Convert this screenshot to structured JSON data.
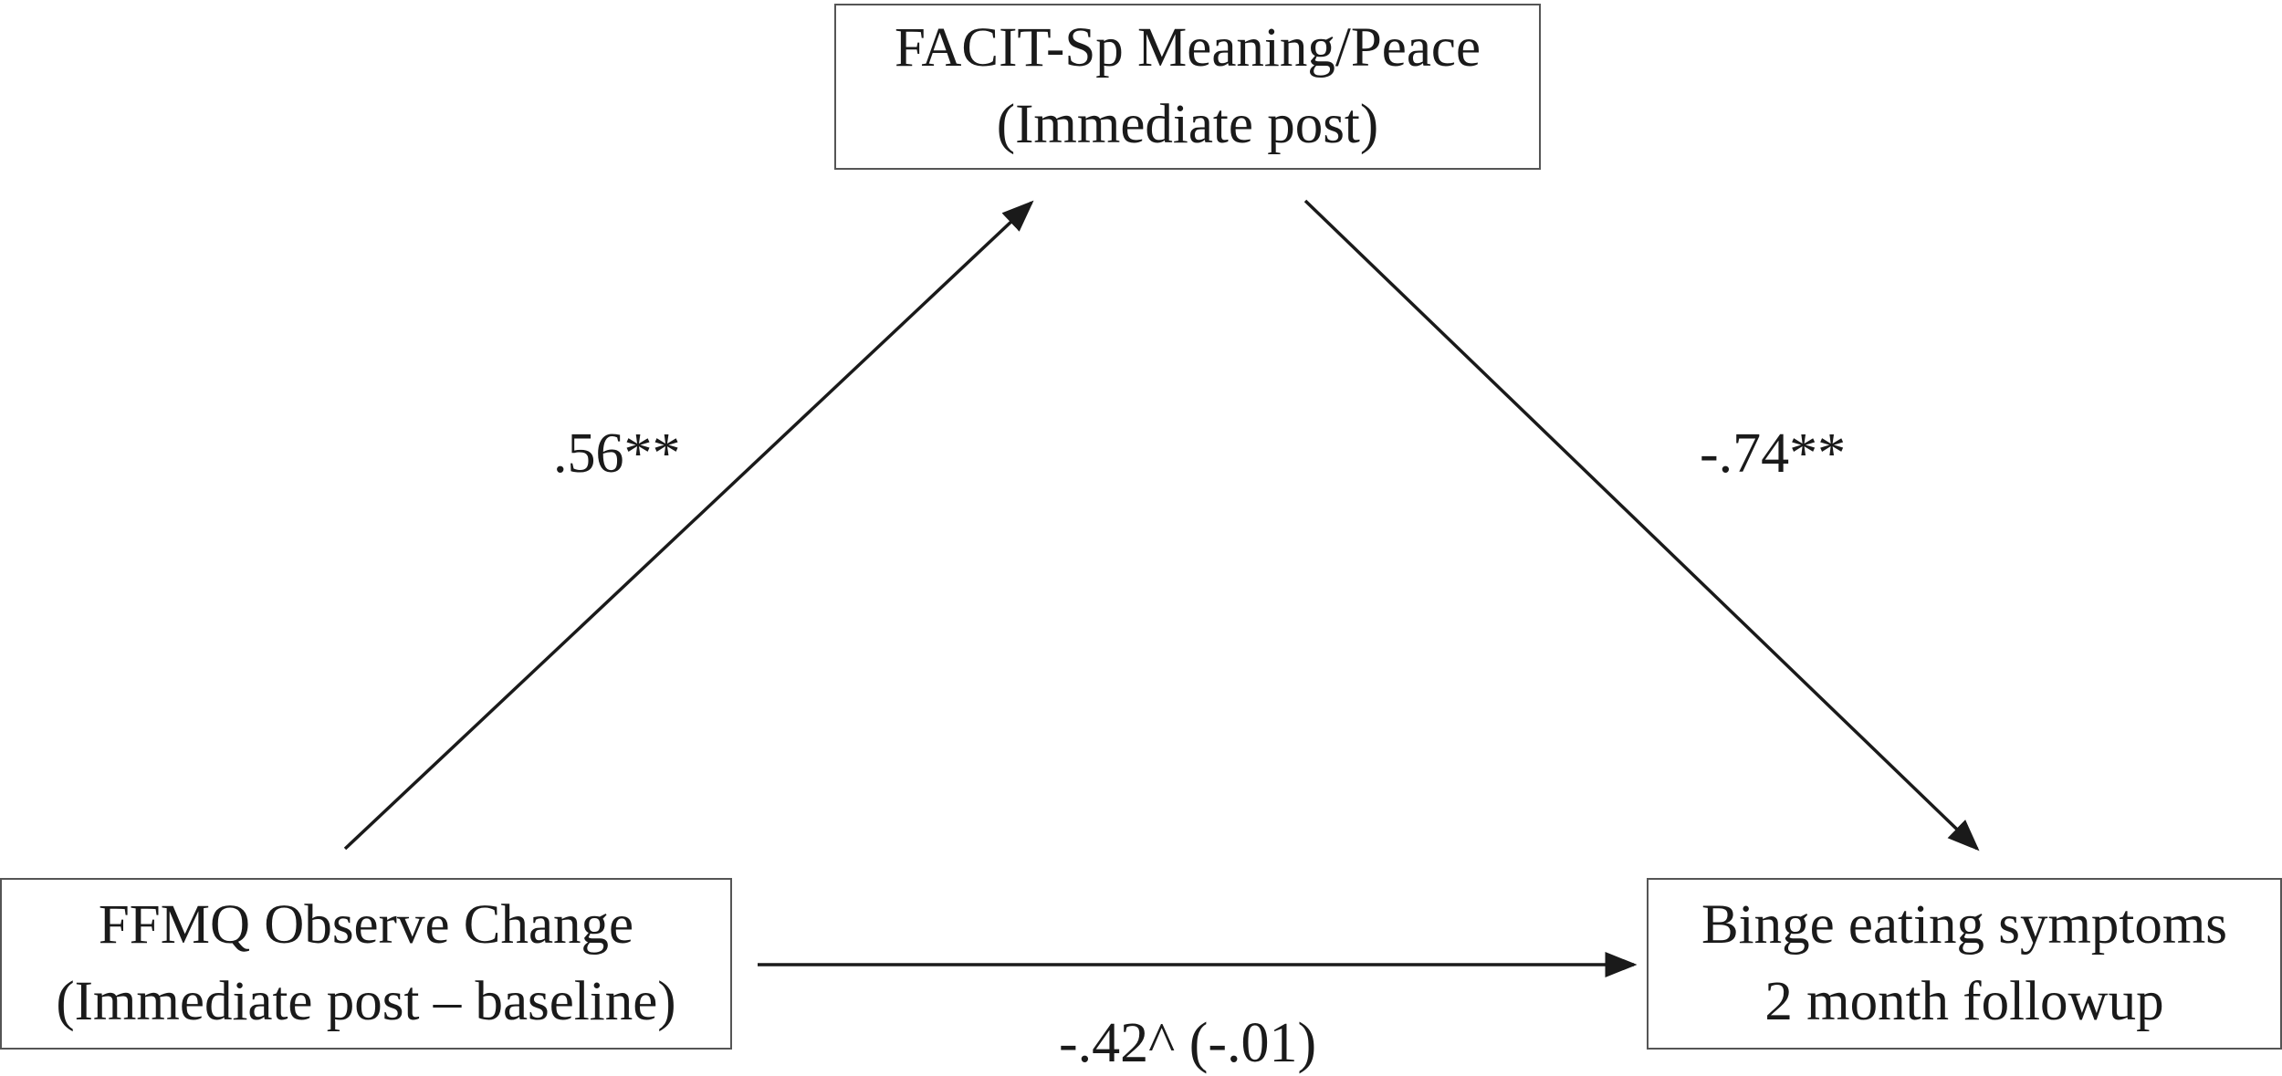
{
  "nodes": {
    "mediator": {
      "line1": "FACIT-Sp Meaning/Peace",
      "line2": "(Immediate post)"
    },
    "predictor": {
      "line1": "FFMQ Observe Change",
      "line2": "(Immediate post – baseline)"
    },
    "outcome": {
      "line1": "Binge eating symptoms",
      "line2": "2 month followup"
    }
  },
  "paths": {
    "a": ".56**",
    "b": "-.74**",
    "c": "-.42^ (-.01)"
  }
}
